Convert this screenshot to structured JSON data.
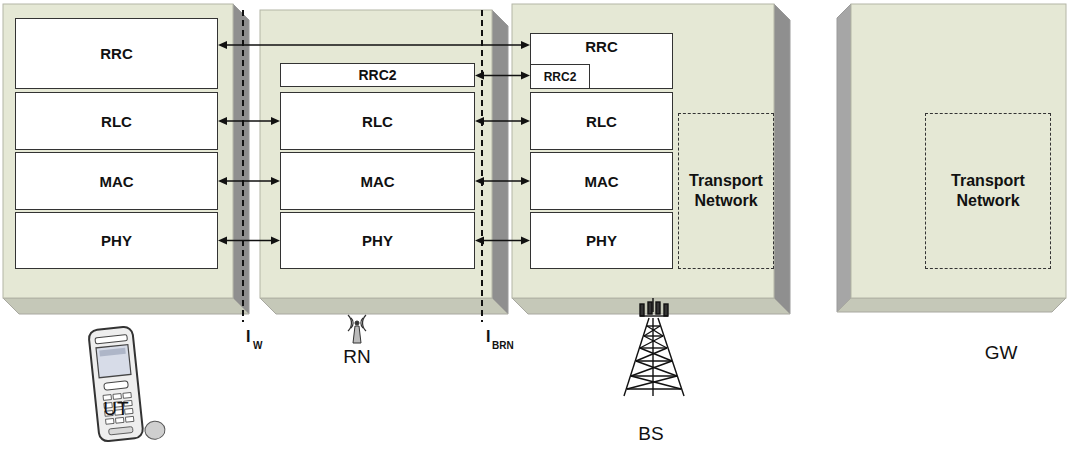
{
  "diagram": {
    "nodes": [
      {
        "text": [
          "UT"
        ]
      },
      {
        "text": [
          "RRC"
        ],
        "in": 0
      },
      {
        "text": [
          "RLC"
        ],
        "in": 0
      },
      {
        "text": [
          "MAC"
        ],
        "in": 0
      },
      {
        "text": [
          "PHY"
        ],
        "in": 0
      },
      {
        "text": [
          "RN"
        ]
      },
      {
        "text": [
          "RRC2"
        ],
        "in": 5
      },
      {
        "text": [
          "RLC"
        ],
        "in": 5
      },
      {
        "text": [
          "MAC"
        ],
        "in": 5
      },
      {
        "text": [
          "PHY"
        ],
        "in": 5
      },
      {
        "text": [
          "BS"
        ]
      },
      {
        "text": [
          "RRC"
        ],
        "in": 10
      },
      {
        "text": [
          "RRC2"
        ],
        "in": 11
      },
      {
        "text": [
          "RLC"
        ],
        "in": 10
      },
      {
        "text": [
          "MAC"
        ],
        "in": 10
      },
      {
        "text": [
          "PHY"
        ],
        "in": 10
      },
      {
        "text": [
          "Transport Network"
        ],
        "in": 10
      },
      {
        "text": [
          "GW"
        ]
      },
      {
        "text": [
          "Transport Network"
        ],
        "in": 17
      }
    ],
    "edges": [
      {
        "from": 1,
        "to": 11,
        "arrow": "both"
      },
      {
        "from": 2,
        "to": 7,
        "arrow": "both"
      },
      {
        "from": 3,
        "to": 8,
        "arrow": "both"
      },
      {
        "from": 4,
        "to": 9,
        "arrow": "both"
      },
      {
        "from": 6,
        "to": 12,
        "arrow": "both"
      },
      {
        "from": 7,
        "to": 13,
        "arrow": "both"
      },
      {
        "from": 8,
        "to": 14,
        "arrow": "both"
      },
      {
        "from": 9,
        "to": 15,
        "arrow": "both"
      }
    ],
    "labels": [
      "I",
      "W",
      "I",
      "BRN"
    ]
  }
}
